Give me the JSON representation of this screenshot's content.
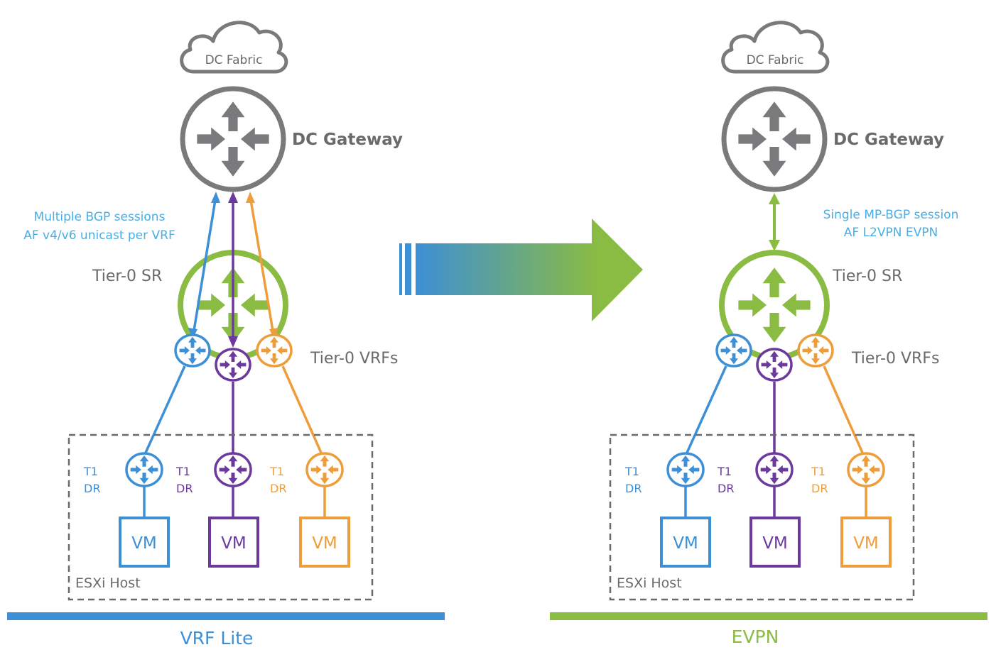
{
  "colors": {
    "blue": "#3d8fd6",
    "purple": "#6c3a9c",
    "orange": "#ee9d3b",
    "green": "#8abb42",
    "gray": "#7a7a7c",
    "annotation_blue": "#49aee6"
  },
  "panels": [
    {
      "id": "vrf-lite",
      "cloud_label": "DC Fabric",
      "gateway_label": "DC Gateway",
      "session_note": [
        "Multiple BGP sessions",
        "AF v4/v6 unicast per VRF"
      ],
      "tier0_sr_label": "Tier-0 SR",
      "tier0_vrfs_label": "Tier-0 VRFs",
      "host_label": "ESXi Host",
      "t1": [
        {
          "line1": "T1",
          "line2": "DR",
          "color": "blue",
          "vm_label": "VM"
        },
        {
          "line1": "T1",
          "line2": "DR",
          "color": "purple",
          "vm_label": "VM"
        },
        {
          "line1": "T1",
          "line2": "DR",
          "color": "orange",
          "vm_label": "VM"
        }
      ],
      "footer_label": "VRF Lite",
      "footer_color": "blue"
    },
    {
      "id": "evpn",
      "cloud_label": "DC Fabric",
      "gateway_label": "DC Gateway",
      "session_note": [
        "Single MP-BGP session",
        "AF L2VPN EVPN"
      ],
      "tier0_sr_label": "Tier-0 SR",
      "tier0_vrfs_label": "Tier-0 VRFs",
      "host_label": "ESXi Host",
      "t1": [
        {
          "line1": "T1",
          "line2": "DR",
          "color": "blue",
          "vm_label": "VM"
        },
        {
          "line1": "T1",
          "line2": "DR",
          "color": "purple",
          "vm_label": "VM"
        },
        {
          "line1": "T1",
          "line2": "DR",
          "color": "orange",
          "vm_label": "VM"
        }
      ],
      "footer_label": "EVPN",
      "footer_color": "green"
    }
  ],
  "transition_arrow": {
    "meaning": "migration from VRF Lite to EVPN",
    "from_color": "#3d8fd6",
    "to_color": "#8abb42"
  }
}
